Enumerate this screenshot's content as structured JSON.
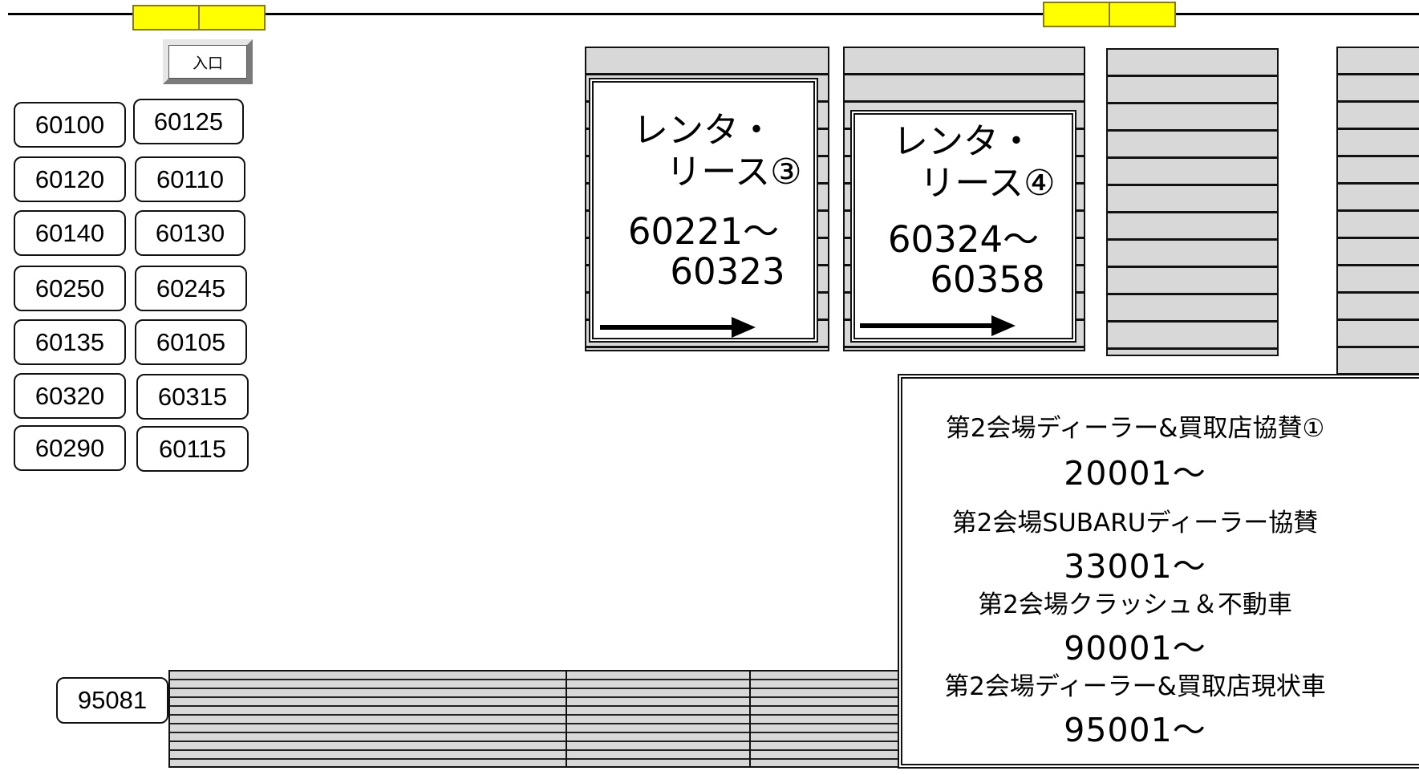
{
  "entrance_label": "入口",
  "lots_left": [
    "60100",
    "60120",
    "60140",
    "60250",
    "60135",
    "60320",
    "60290"
  ],
  "lots_right": [
    "60125",
    "60110",
    "60130",
    "60245",
    "60105",
    "60315",
    "60115"
  ],
  "lot_bottom": "95081",
  "rental3": {
    "title_1": "レンタ・",
    "title_2": "リース③",
    "range_1": "60221～",
    "range_2": "60323"
  },
  "rental4": {
    "title_1": "レンタ・",
    "title_2": "リース④",
    "range_1": "60324～",
    "range_2": "60358"
  },
  "info": [
    {
      "label": "第2会場ディーラー&買取店協賛①",
      "number": "20001～"
    },
    {
      "label": "第2会場SUBARUディーラー協賛",
      "number": "33001～"
    },
    {
      "label": "第2会場クラッシュ＆不動車",
      "number": "90001～"
    },
    {
      "label": "第2会場ディーラー&買取店現状車",
      "number": "95001～"
    }
  ],
  "colors": {
    "gate": "#ffff00",
    "stripe": "#d8d8d8",
    "line": "#000000"
  }
}
